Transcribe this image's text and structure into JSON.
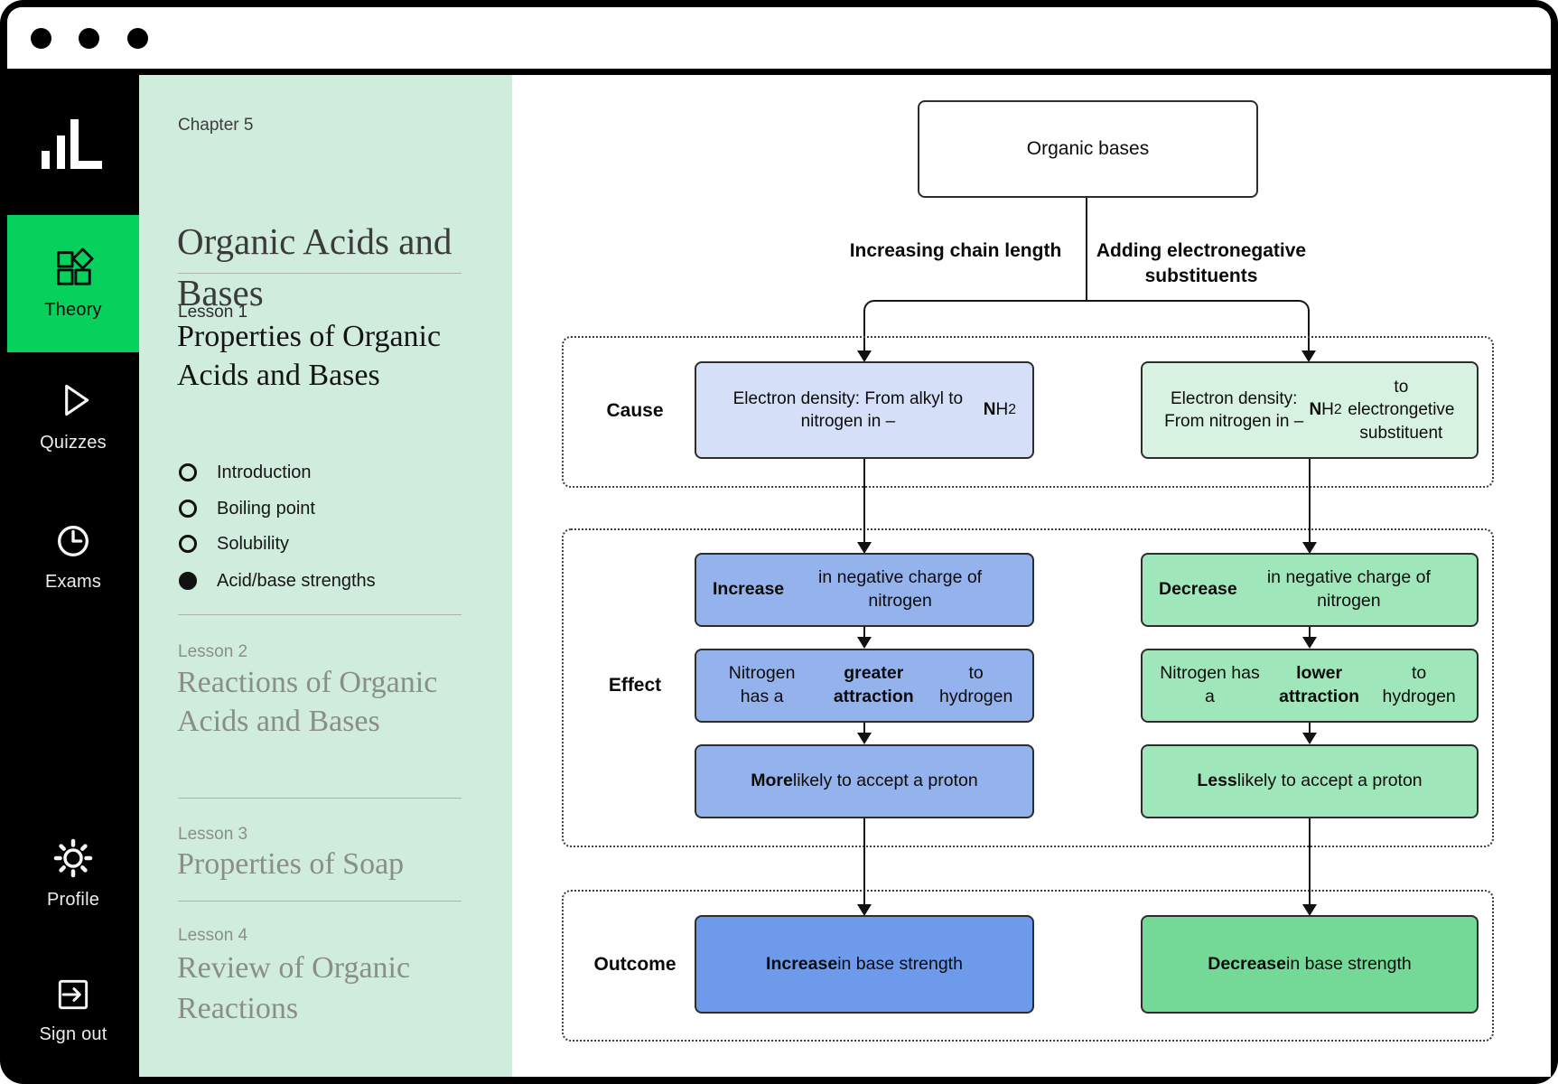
{
  "colors": {
    "accent_green": "#06d15c",
    "sidebar_black": "#000000",
    "toc_mint": "#d0ecdc",
    "blue_light": "#d5dff7",
    "blue_mid": "#94b2ec",
    "blue_strong": "#6d9aea",
    "green_light": "#d8f2e2",
    "green_mid": "#9fe7bb",
    "green_strong": "#74d996"
  },
  "nav": {
    "items": [
      {
        "label": "Theory",
        "icon": "blocks-icon",
        "active": true
      },
      {
        "label": "Quizzes",
        "icon": "play-icon",
        "active": false
      },
      {
        "label": "Exams",
        "icon": "clock-icon",
        "active": false
      },
      {
        "label": "Profile",
        "icon": "gear-icon",
        "active": false
      },
      {
        "label": "Sign out",
        "icon": "sign-out-icon",
        "active": false
      }
    ]
  },
  "toc": {
    "chapter_label": "Chapter 5",
    "chapter_title": "Organic Acids and Bases",
    "lessons": [
      {
        "label": "Lesson 1",
        "title": "Properties of Organic Acids and Bases",
        "active": true,
        "sections": [
          {
            "label": "Introduction",
            "selected": false
          },
          {
            "label": "Boiling point",
            "selected": false
          },
          {
            "label": "Solubility",
            "selected": false
          },
          {
            "label": "Acid/base strengths",
            "selected": true
          }
        ]
      },
      {
        "label": "Lesson 2",
        "title": "Reactions of Organic Acids and Bases",
        "active": false
      },
      {
        "label": "Lesson 3",
        "title": "Properties of Soap",
        "active": false
      },
      {
        "label": "Lesson 4",
        "title": "Review of Organic Reactions",
        "active": false
      }
    ]
  },
  "diagram": {
    "root_label": "Organic bases",
    "row_labels": [
      "Cause",
      "Effect",
      "Outcome"
    ],
    "branches": [
      {
        "label": "Increasing chain length",
        "theme": "blue",
        "cause_html": "Electron density: From alkyl to nitrogen in –<b>N</b>H<sub>2</sub>",
        "effects_html": [
          "<b>Increase</b> in negative charge of nitrogen",
          "Nitrogen has a <b>greater attraction</b> to hydrogen",
          "<b>More</b> likely to accept a proton"
        ],
        "outcome_html": "<b>Increase</b> in base strength"
      },
      {
        "label": "Adding electronegative substituents",
        "theme": "green",
        "cause_html": "Electron density: From nitrogen in –<b>N</b>H<sub>2</sub> to electrongetive substituent",
        "effects_html": [
          "<b>Decrease</b> in negative charge of nitrogen",
          "Nitrogen has a <b>lower attraction</b> to hydrogen",
          "<b>Less</b> likely to accept a proton"
        ],
        "outcome_html": "<b>Decrease</b> in base strength"
      }
    ]
  }
}
